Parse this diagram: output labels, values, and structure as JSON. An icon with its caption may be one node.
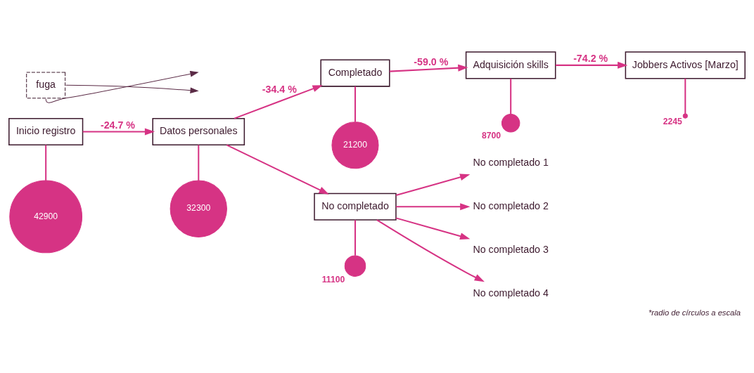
{
  "diagram": {
    "caption": "*radio de círculos a escala",
    "nodes": [
      {
        "text": [
          "Inicio registro"
        ]
      },
      {
        "text": [
          "Datos personales"
        ]
      },
      {
        "text": [
          "Completado"
        ]
      },
      {
        "text": [
          "Adquisición skills"
        ]
      },
      {
        "text": [
          "Jobbers Activos [Marzo]"
        ]
      },
      {
        "text": [
          "No completado"
        ]
      },
      {
        "text": [
          "42900"
        ]
      },
      {
        "text": [
          "32300"
        ]
      },
      {
        "text": [
          "21200"
        ]
      },
      {
        "text": [],
        "shape": "circle",
        "beside": [
          "8700"
        ]
      },
      {
        "text": [],
        "shape": "circle",
        "beside": [
          "2245"
        ]
      },
      {
        "text": [],
        "shape": "circle",
        "beside": [
          "11100"
        ]
      },
      {
        "text": [
          "No completado 1"
        ]
      },
      {
        "text": [
          "No completado 2"
        ]
      },
      {
        "text": [
          "No completado 3"
        ]
      },
      {
        "text": [
          "No completado 4"
        ]
      },
      {
        "text": [
          "fuga"
        ]
      }
    ],
    "edges": [
      {
        "from": 0,
        "to": 1,
        "arrow": "to",
        "label": "-24.7 %"
      },
      {
        "from": 1,
        "to": 2,
        "arrow": "to",
        "label": "-34.4 %"
      },
      {
        "from": 1,
        "to": 5,
        "arrow": "to"
      },
      {
        "from": 2,
        "to": 3,
        "arrow": "to",
        "label": "-59.0 %"
      },
      {
        "from": 3,
        "to": 4,
        "arrow": "to",
        "label": "-74.2 %"
      },
      {
        "from": 5,
        "to": 12,
        "arrow": "to"
      },
      {
        "from": 5,
        "to": 13,
        "arrow": "to"
      },
      {
        "from": 5,
        "to": 14,
        "arrow": "to"
      },
      {
        "from": 5,
        "to": 15,
        "arrow": "to"
      },
      {
        "from": 0,
        "to": 6,
        "arrow": "none"
      },
      {
        "from": 1,
        "to": 7,
        "arrow": "none"
      },
      {
        "from": 2,
        "to": 8,
        "arrow": "none"
      },
      {
        "from": 3,
        "to": 9,
        "arrow": "none"
      },
      {
        "from": 4,
        "to": 10,
        "arrow": "none"
      },
      {
        "from": 5,
        "to": 11,
        "arrow": "none"
      },
      {
        "from": 16,
        "to": null,
        "arrow": "to",
        "color": "#5a2a45"
      },
      {
        "from": 16,
        "to": null,
        "arrow": "to",
        "color": "#5a2a45"
      }
    ]
  }
}
